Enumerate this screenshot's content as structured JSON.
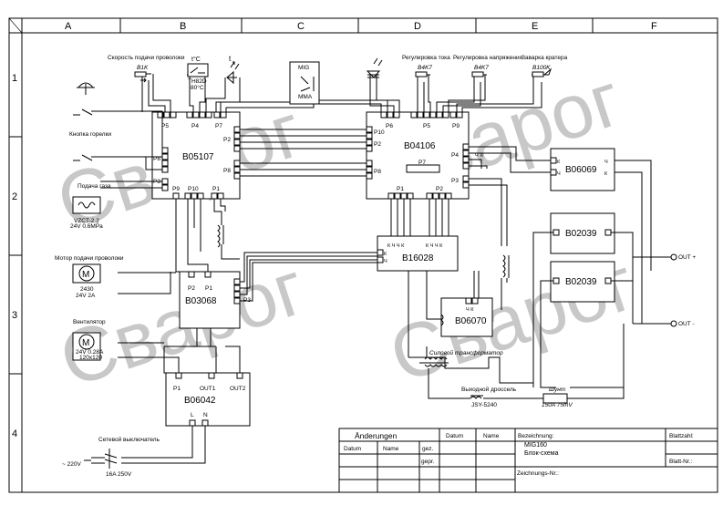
{
  "grid": {
    "columns": [
      "A",
      "B",
      "C",
      "D",
      "E",
      "F"
    ],
    "rows": [
      "1",
      "2",
      "3",
      "4"
    ]
  },
  "watermark": "Сварог",
  "labels": {
    "wire_speed": "Скорость подачи проволоки",
    "r1": "B1K",
    "temp_sym": "t°C",
    "thermo1": "TH82D",
    "thermo2": "80°C",
    "mig": "MIG",
    "mma": "MMA",
    "current_reg": "Регулировка тока",
    "r4": "B4K7",
    "voltage_reg": "Регулировка напряжения",
    "r5": "B4K7",
    "crater": "Заварка кратера",
    "r6": "B100K",
    "torch_button": "Кнопка горелки",
    "gas_feed": "Подача газа",
    "valve1": "VZCT-2.2",
    "valve2": "24V 0.6MPa",
    "motor_feed": "Мотор подачи проволоки",
    "motor_m": "M",
    "motor1": "2430",
    "motor2": "24V 2A",
    "fan": "Вентилятор",
    "fan_m": "M",
    "fan1": "24V 0.28A",
    "fan2": "120x120",
    "mains_switch": "Сетевой выключатель",
    "v220": "~ 220V",
    "fuse": "16A 250V",
    "power_transformer": "Силовой трансформатор",
    "output_choke": "Выходной дроссель",
    "choke_model": "JSY-5240",
    "shunt": "Шунт",
    "shunt_val": "150A 75mV",
    "out_plus": "OUT +",
    "out_minus": "OUT -"
  },
  "boards": {
    "b05107": "B05107",
    "b04106": "B04106",
    "b06069": "B06069",
    "b02039a": "B02039",
    "b02039b": "B02039",
    "b16028": "B16028",
    "b03068": "B03068",
    "b06070": "B06070",
    "b06042": "B06042"
  },
  "ports": {
    "p5": "P5",
    "p4": "P4",
    "p7": "P7",
    "p2": "P2",
    "p8": "P8",
    "p3": "P3",
    "p9": "P9",
    "p10": "P10",
    "p1": "P1",
    "d_p6": "P6",
    "d_p5": "P5",
    "d_p9": "P9",
    "d_p10": "P10",
    "d_p2": "P2",
    "d_p7": "P7",
    "d_p8": "P8",
    "d_p1": "P1",
    "d_p4": "P4",
    "d_p3": "P3",
    "c_p2": "P2",
    "c_p1": "P1",
    "c_p3": "P3",
    "e_p1": "P1",
    "e_out1": "OUT1",
    "e_out2": "OUT2",
    "e_l": "L",
    "e_n": "N",
    "kchk": "К Ч Ч К",
    "k": "К",
    "ch": "Ч",
    "ch_k": "Ч К"
  },
  "title_block": {
    "changes": "Änderungen",
    "datum1": "Datum",
    "name1": "Name",
    "datum2": "Datum",
    "name2": "Name",
    "gez": "gez.",
    "gepr": "gepr.",
    "bezeichnung": "Bezeichnung:",
    "title1": "MIG160",
    "title2": "Блок-схема",
    "blattzahl": "Blattzahl:",
    "blatt_nr": "Blatt-Nr.:",
    "zeichnungs_nr": "Zeichnungs-Nr.:"
  }
}
